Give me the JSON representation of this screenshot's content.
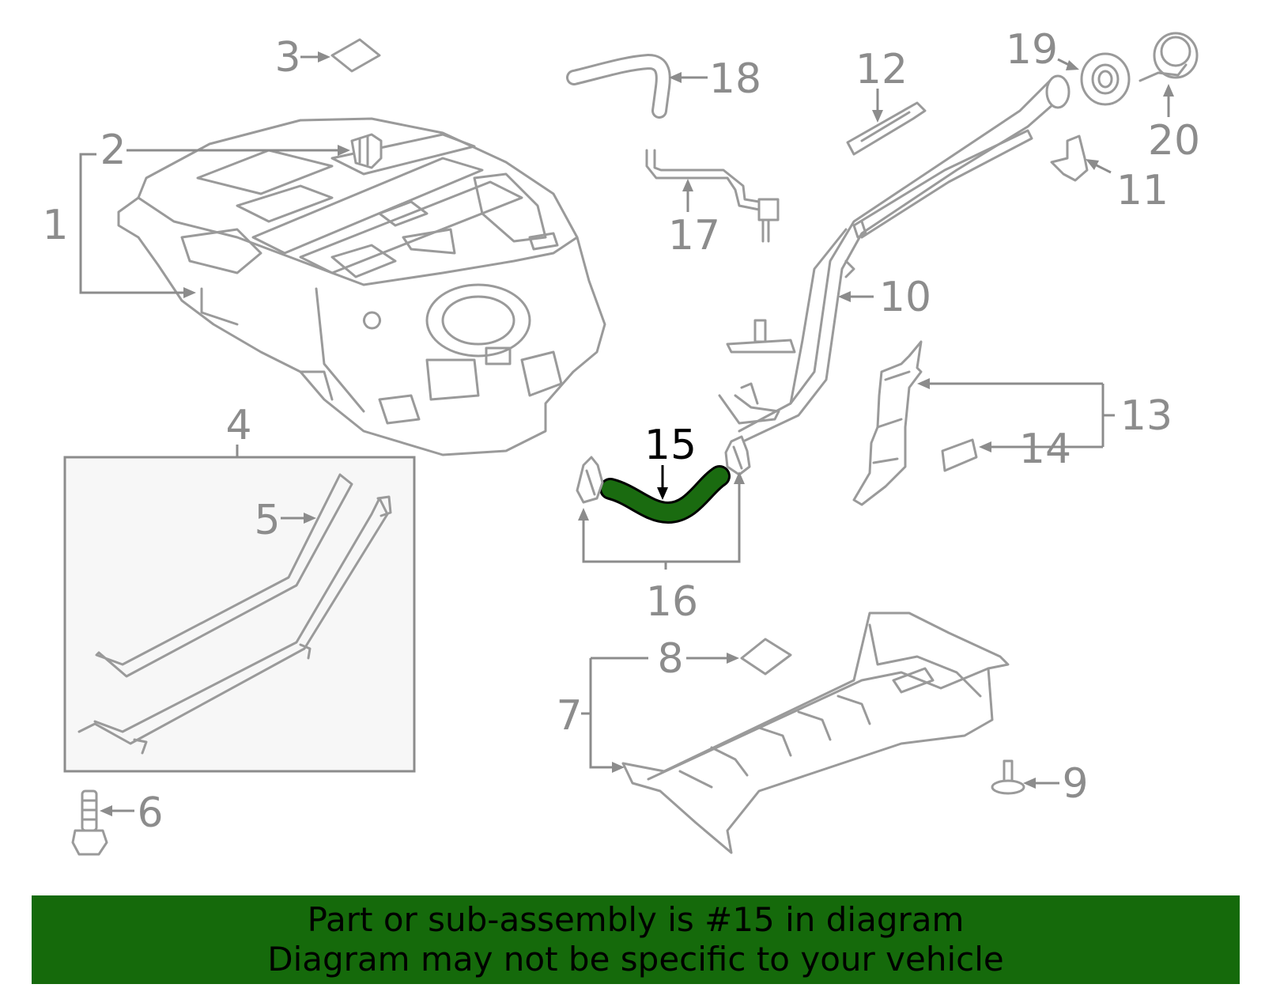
{
  "labels": {
    "p1": "1",
    "p2": "2",
    "p3": "3",
    "p4": "4",
    "p5": "5",
    "p6": "6",
    "p7": "7",
    "p8": "8",
    "p9": "9",
    "p10": "10",
    "p11": "11",
    "p12": "12",
    "p13": "13",
    "p14": "14",
    "p15": "15",
    "p16": "16",
    "p17": "17",
    "p18": "18",
    "p19": "19",
    "p20": "20"
  },
  "highlighted_part": "15",
  "colors": {
    "highlight_part": "#1a6b10",
    "banner_background": "#156a0b",
    "line_art": "#9a9a9a",
    "label_text": "#8c8c8c"
  },
  "banner": {
    "line1": "Part or sub-assembly is #15 in diagram",
    "line2": "Diagram may not be specific to your vehicle"
  }
}
